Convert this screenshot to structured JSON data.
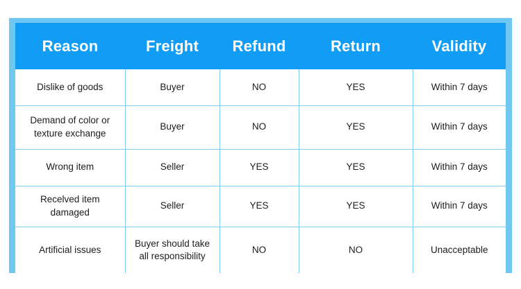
{
  "table": {
    "name": "return-refund-policy-table",
    "colors": {
      "frame": "#6fc8f2",
      "header_background": "#119cf5",
      "header_text": "#ffffff",
      "cell_border": "#7ecdf2",
      "cell_background": "#ffffff",
      "cell_text": "#1c1c1c",
      "page_background": "#ffffff"
    },
    "headers": [
      "Reason",
      "Freight",
      "Refund",
      "Return",
      "Validity"
    ],
    "rows": [
      {
        "reason": "Dislike of goods",
        "freight": "Buyer",
        "refund": "NO",
        "return": "YES",
        "validity": "Within 7 days"
      },
      {
        "reason": "Demand of color or texture exchange",
        "freight": "Buyer",
        "refund": "NO",
        "return": "YES",
        "validity": "Within 7 days"
      },
      {
        "reason": "Wrong item",
        "freight": "Seller",
        "refund": "YES",
        "return": "YES",
        "validity": "Within 7 days"
      },
      {
        "reason": "Recelved item damaged",
        "freight": "Seller",
        "refund": "YES",
        "return": "YES",
        "validity": "Within 7 days"
      },
      {
        "reason": "Artificial issues",
        "freight": "Buyer should take all responsibility",
        "refund": "NO",
        "return": "NO",
        "validity": "Unacceptable"
      }
    ]
  }
}
